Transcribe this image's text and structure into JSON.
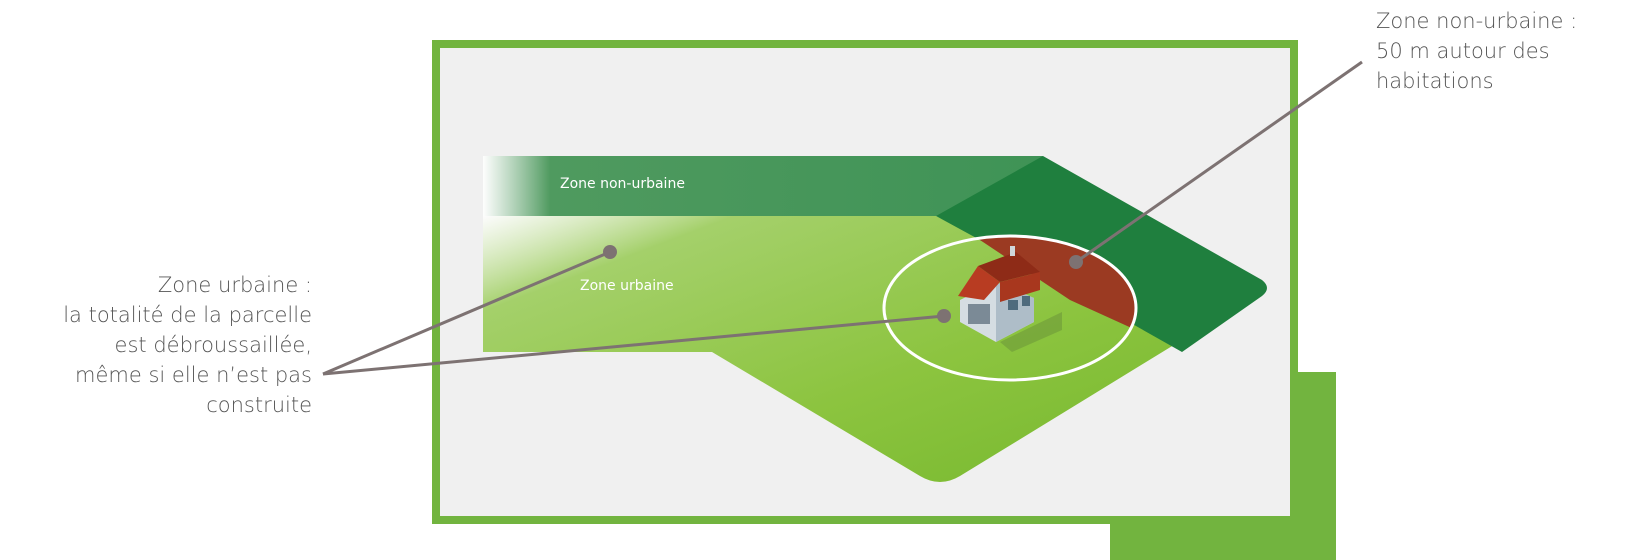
{
  "diagram": {
    "left_note": [
      "Zone urbaine :",
      "la totalité de la parcelle",
      "est débroussaillée,",
      "même si elle n’est pas",
      "construite"
    ],
    "right_note": [
      "Zone non-urbaine :",
      "50 m autour des",
      "habitations"
    ],
    "zone_nonurban_label": "Zone non-urbaine",
    "zone_urban_label": "Zone urbaine",
    "colors": {
      "frame": "#72b43f",
      "background": "#f0f0f0",
      "urban_zone": "#8cc43f",
      "nonurban_zone": "#1f7f3e",
      "cleared_radius": "#9b3a22",
      "leader_lines": "#7d7272"
    }
  }
}
